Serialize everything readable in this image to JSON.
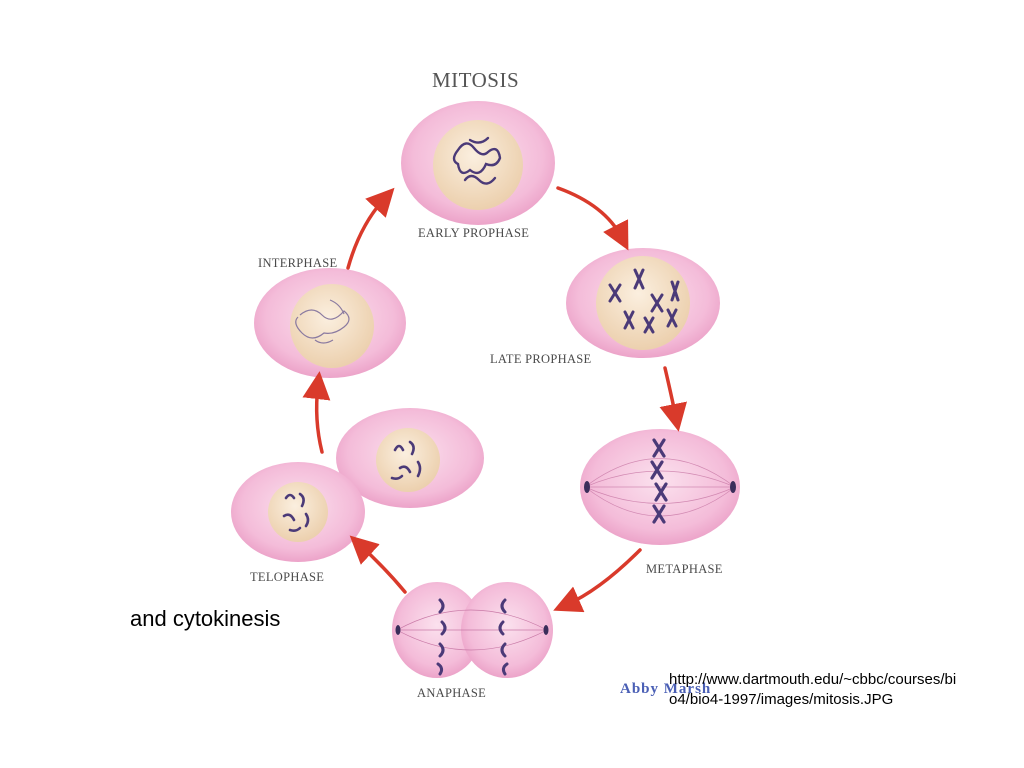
{
  "title": "MITOSIS",
  "stages": {
    "early_prophase": "EARLY PROPHASE",
    "late_prophase": "LATE PROPHASE",
    "metaphase": "METAPHASE",
    "anaphase": "ANAPHASE",
    "telophase": "TELOPHASE",
    "interphase": "INTERPHASE"
  },
  "caption": "and cytokinesis",
  "source_url": "http://www.dartmouth.edu/~cbbc/courses/bio4/bio4-1997/images/mitosis.JPG",
  "signature": "Abby Marsh",
  "colors": {
    "cell": "#f2b8d6",
    "cell_edge": "#e79cc4",
    "nucleus": "#f3dcc0",
    "chromosome": "#4b3a78",
    "arrow": "#d93a2b"
  }
}
